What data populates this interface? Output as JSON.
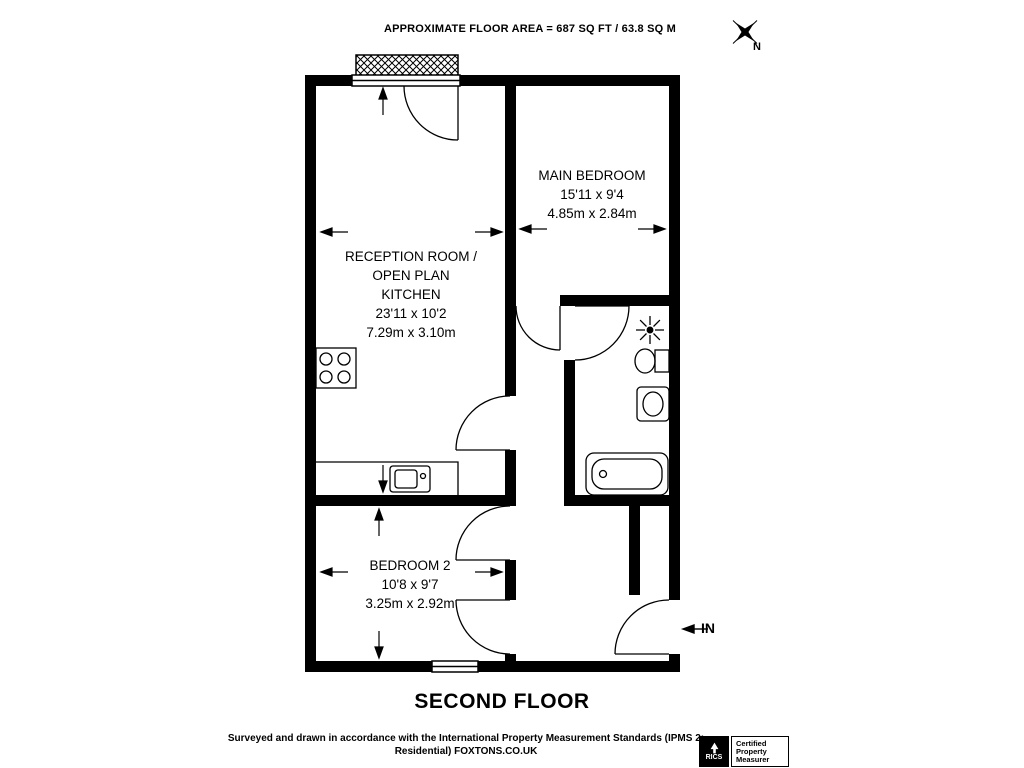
{
  "header": {
    "floor_area_label": "APPROXIMATE FLOOR AREA = 687 SQ FT / 63.8 SQ M"
  },
  "compass": {
    "north_label": "N"
  },
  "floorplan": {
    "floor_label": "SECOND FLOOR",
    "entry_label": "IN",
    "rooms": [
      {
        "id": "main-bedroom",
        "name_lines": [
          "MAIN BEDROOM"
        ],
        "imperial": "15'11 x 9'4",
        "metric": "4.85m x 2.84m"
      },
      {
        "id": "reception-open-plan-kitchen",
        "name_lines": [
          "RECEPTION ROOM /",
          "OPEN PLAN",
          "KITCHEN"
        ],
        "imperial": "23'11 x 10'2",
        "metric": "7.29m x 3.10m"
      },
      {
        "id": "bedroom-2",
        "name_lines": [
          "BEDROOM 2"
        ],
        "imperial": "10'8 x 9'7",
        "metric": "3.25m x 2.92m"
      }
    ]
  },
  "footer": {
    "line1": "Surveyed and drawn in accordance with the International Property Measurement Standards (IPMS 2:",
    "line2": "Residential) FOXTONS.CO.UK"
  },
  "certification": {
    "org": "RICS",
    "lines": [
      "Certified",
      "Property",
      "Measurer"
    ]
  },
  "colors": {
    "ink": "#000000",
    "background": "#ffffff"
  }
}
